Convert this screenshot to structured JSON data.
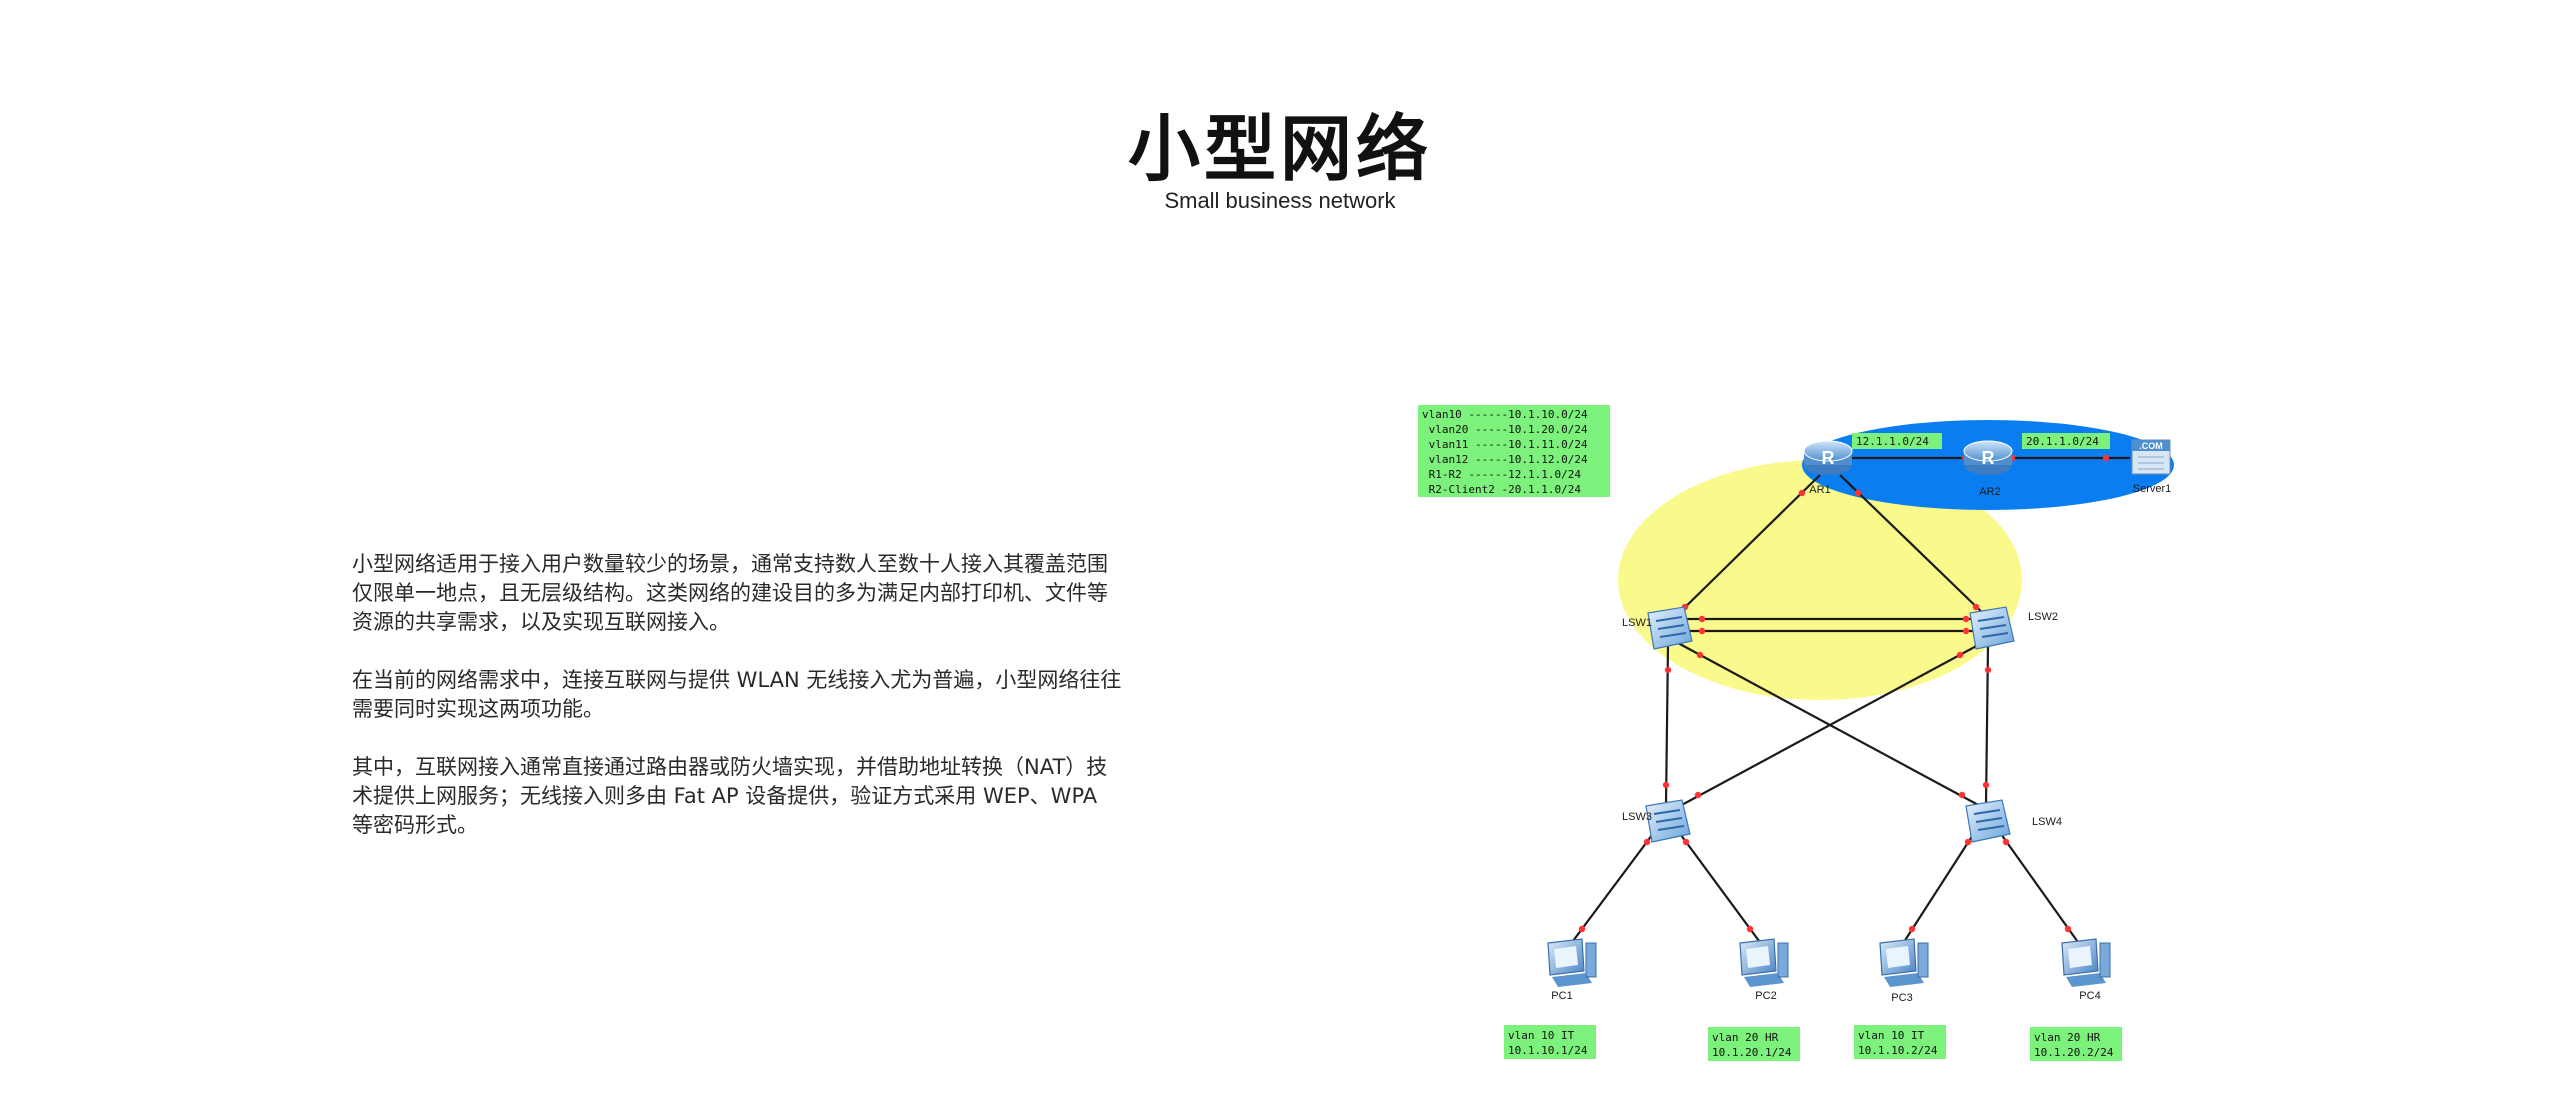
{
  "header": {
    "title": "小型网络",
    "subtitle": "Small business network"
  },
  "body_text": {
    "p1": "小型网络适用于接入用户数量较少的场景，通常支持数人至数十人接入其覆盖范围仅限单一地点，且无层级结构。这类网络的建设目的多为满足内部打印机、文件等资源的共享需求，以及实现互联网接入。",
    "p2": "在当前的网络需求中，连接互联网与提供 WLAN 无线接入尤为普遍，小型网络往往需要同时实现这两项功能。",
    "p3": "其中，互联网接入通常直接通过路由器或防火墙实现，并借助地址转换（NAT）技术提供上网服务；无线接入则多由 Fat AP 设备提供，验证方式采用 WEP、WPA 等密码形式。"
  },
  "diagram": {
    "legend_lines": [
      "vlan10 ------10.1.10.0/24",
      " vlan20 -----10.1.20.0/24",
      " vlan11 -----10.1.11.0/24",
      " vlan12 -----10.1.12.0/24",
      " R1-R2 ------12.1.1.0/24",
      " R2-Client2 -20.1.1.0/24"
    ],
    "devices": {
      "ar1": "AR1",
      "ar2": "AR2",
      "server1": "Server1",
      "server_badge": ".COM",
      "lsw1": "LSW1",
      "lsw2": "LSW2",
      "lsw3": "LSW3",
      "lsw4": "LSW4",
      "pc1": "PC1",
      "pc2": "PC2",
      "pc3": "PC3",
      "pc4": "PC4"
    },
    "link_labels": {
      "ar1_ar2": "12.1.1.0/24",
      "ar2_server": "20.1.1.0/24"
    },
    "pc_tags": {
      "pc1": [
        "vlan 10 IT",
        "10.1.10.1/24"
      ],
      "pc2": [
        "vlan 20 HR",
        "10.1.20.1/24"
      ],
      "pc3": [
        "vlan 10 IT",
        "10.1.10.2/24"
      ],
      "pc4": [
        "vlan 20 HR",
        "10.1.20.2/24"
      ]
    },
    "colors": {
      "wan_zone": "#0a7ef0",
      "core_zone": "#fafa8c",
      "tag_bg": "#7cf27c",
      "link": "#1a1a1a",
      "port_dot": "#ff3333",
      "device_blue": "#5aa0e0"
    }
  }
}
